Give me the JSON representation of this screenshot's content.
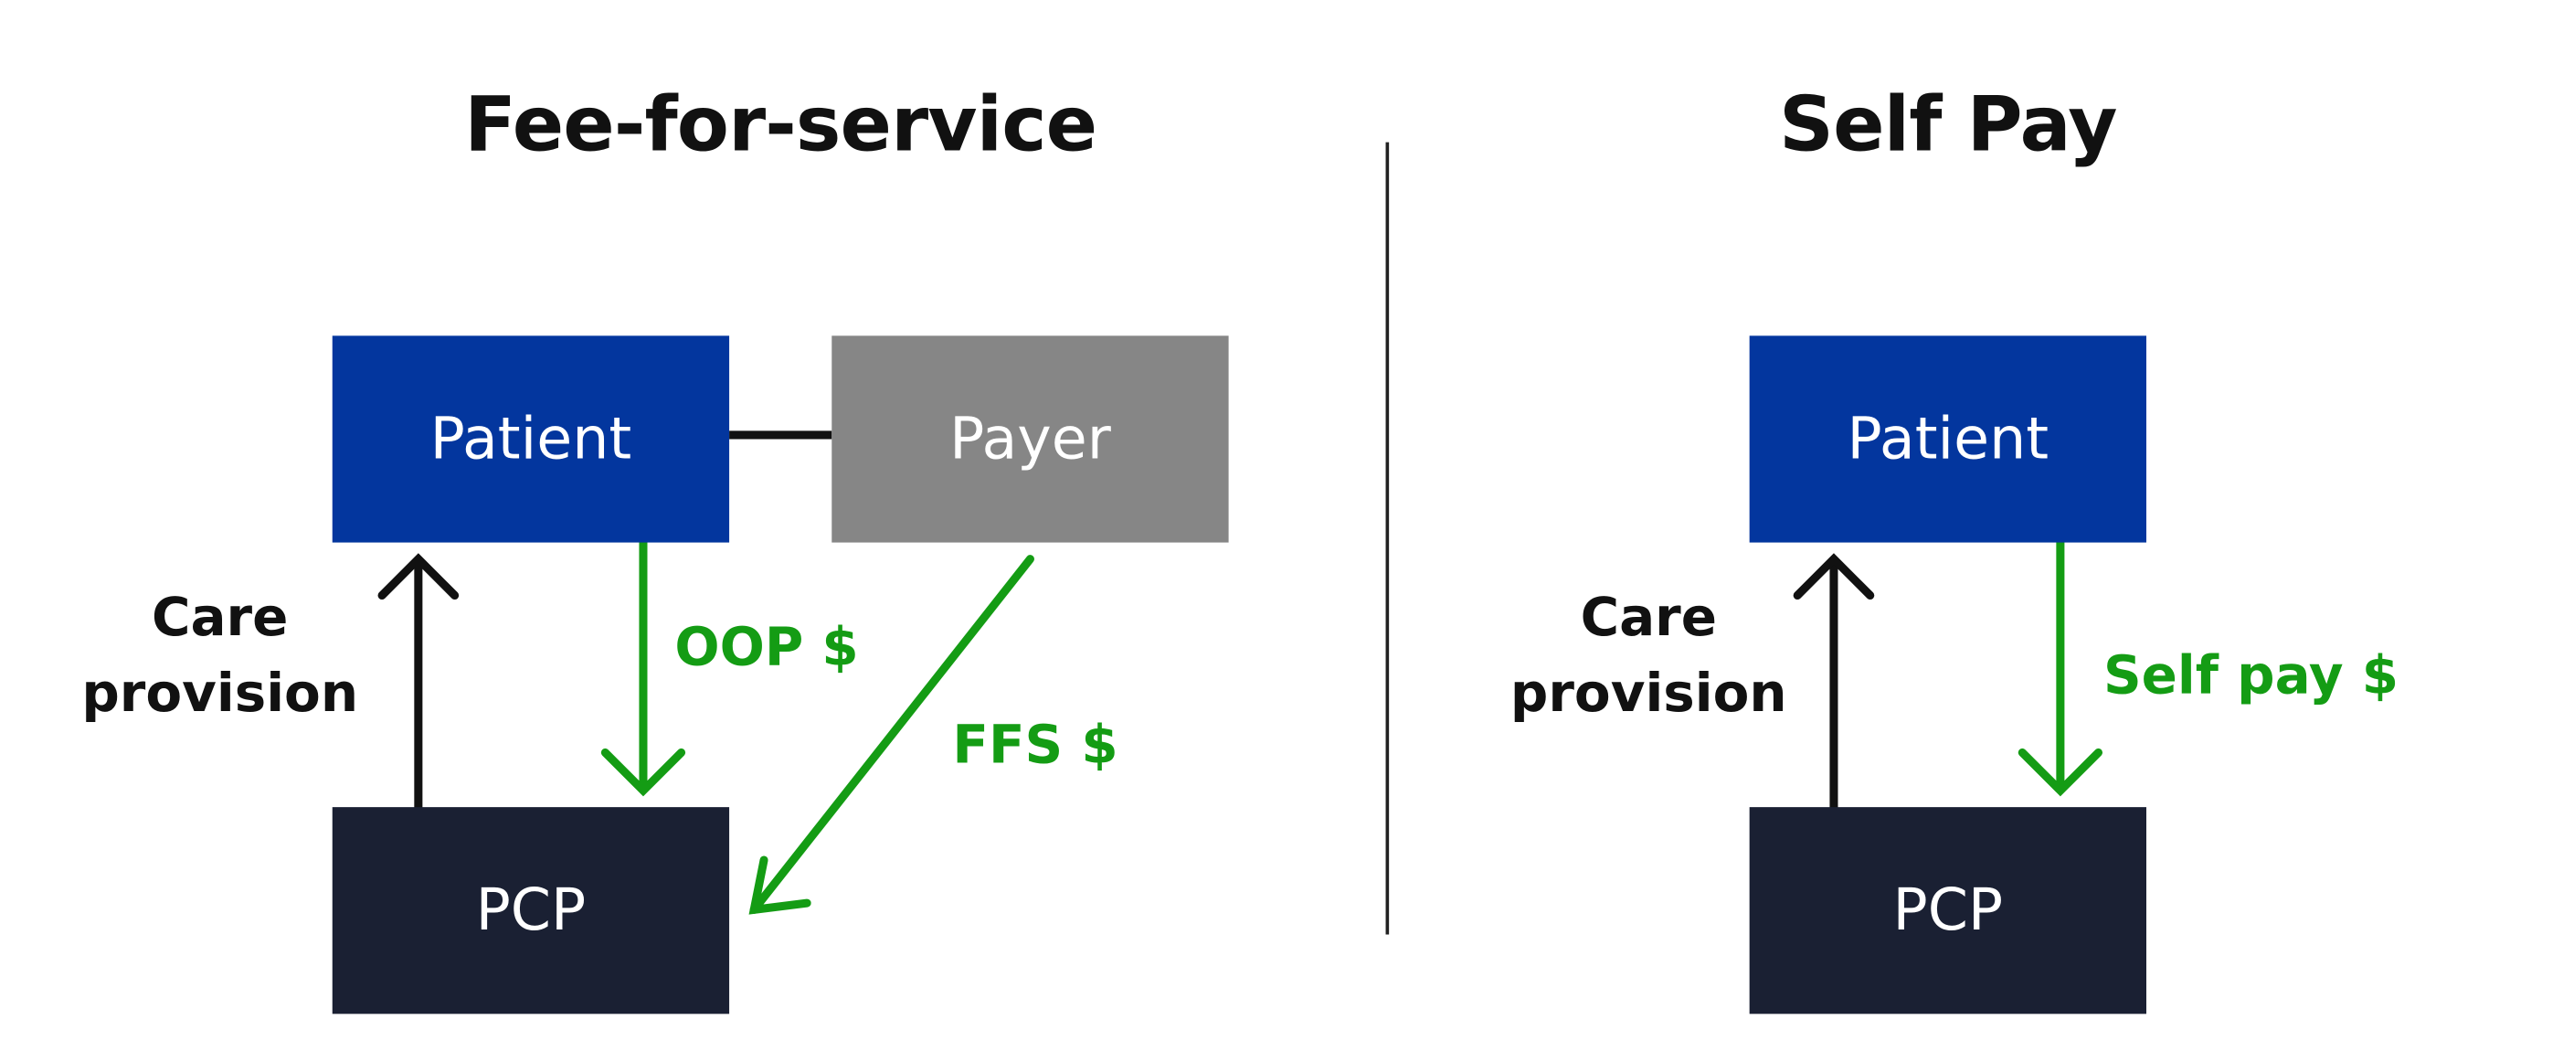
{
  "colors": {
    "patient": "#03369e",
    "payer": "#868686",
    "pcp": "#1a2033",
    "arrow_black": "#111111",
    "arrow_green": "#149c14",
    "divider": "#222222"
  },
  "panels": {
    "ffs": {
      "title": "Fee-for-service",
      "patient": "Patient",
      "payer": "Payer",
      "pcp": "PCP",
      "care_provision": "Care provision",
      "oop": "OOP $",
      "ffs": "FFS $"
    },
    "self_pay": {
      "title": "Self Pay",
      "patient": "Patient",
      "pcp": "PCP",
      "care_provision": "Care provision",
      "self_pay": "Self pay $"
    }
  }
}
